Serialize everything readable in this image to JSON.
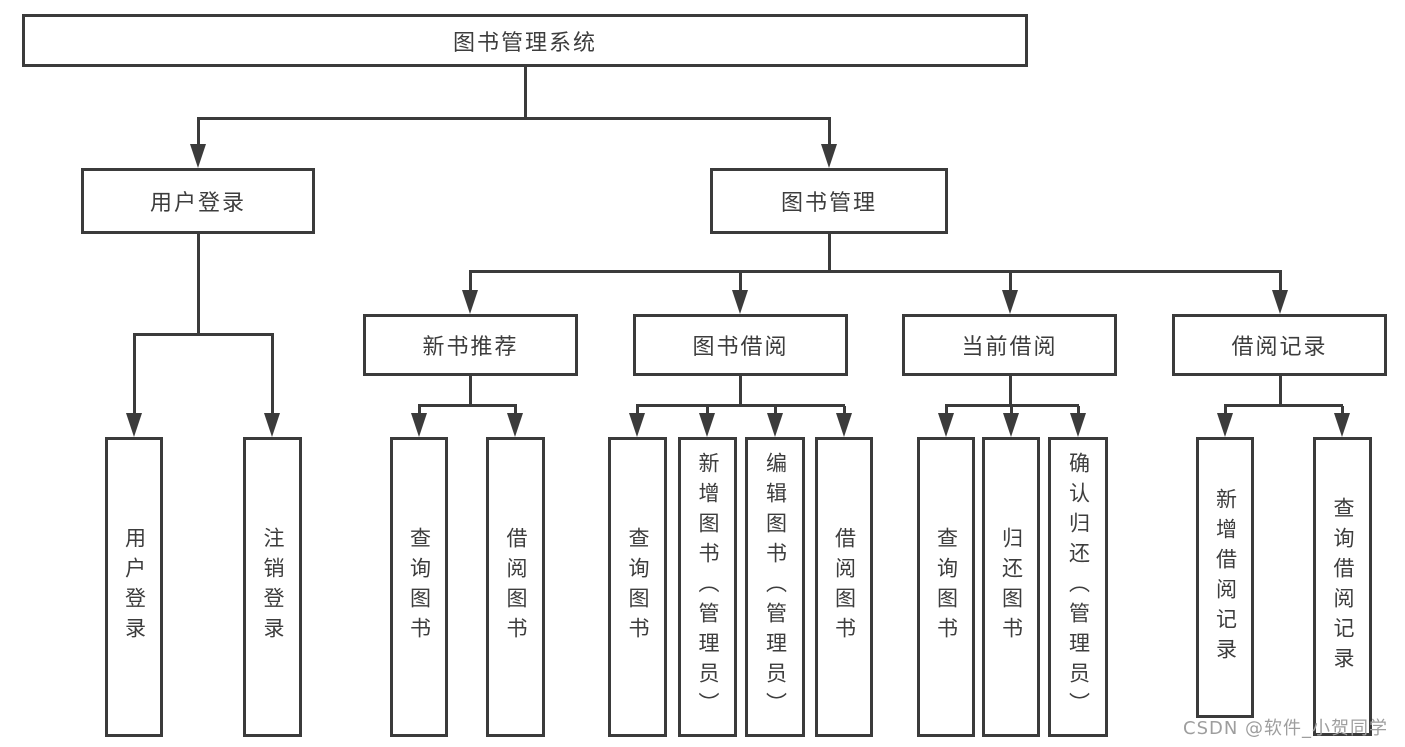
{
  "diagram": {
    "root": {
      "label": "图书管理系统"
    },
    "level2": [
      {
        "label": "用户登录",
        "children": [
          {
            "label": "用户登录"
          },
          {
            "label": "注销登录"
          }
        ]
      },
      {
        "label": "图书管理",
        "children": [
          {
            "label": "新书推荐",
            "children": [
              {
                "label": "查询图书"
              },
              {
                "label": "借阅图书"
              }
            ]
          },
          {
            "label": "图书借阅",
            "children": [
              {
                "label": "查询图书"
              },
              {
                "label": "新增图书（管理员）"
              },
              {
                "label": "编辑图书（管理员）"
              },
              {
                "label": "借阅图书"
              }
            ]
          },
          {
            "label": "当前借阅",
            "children": [
              {
                "label": "查询图书"
              },
              {
                "label": "归还图书"
              },
              {
                "label": "确认归还（管理员）"
              }
            ]
          },
          {
            "label": "借阅记录",
            "children": [
              {
                "label": "新增借阅记录"
              },
              {
                "label": "查询借阅记录"
              }
            ]
          }
        ]
      }
    ]
  },
  "watermark": {
    "text": "CSDN @软件_小贺同学"
  },
  "colors": {
    "line": "#3b3b3b",
    "text": "#3d3d3d",
    "box_background": "#ffffff",
    "watermark": "#9e9e9e"
  }
}
